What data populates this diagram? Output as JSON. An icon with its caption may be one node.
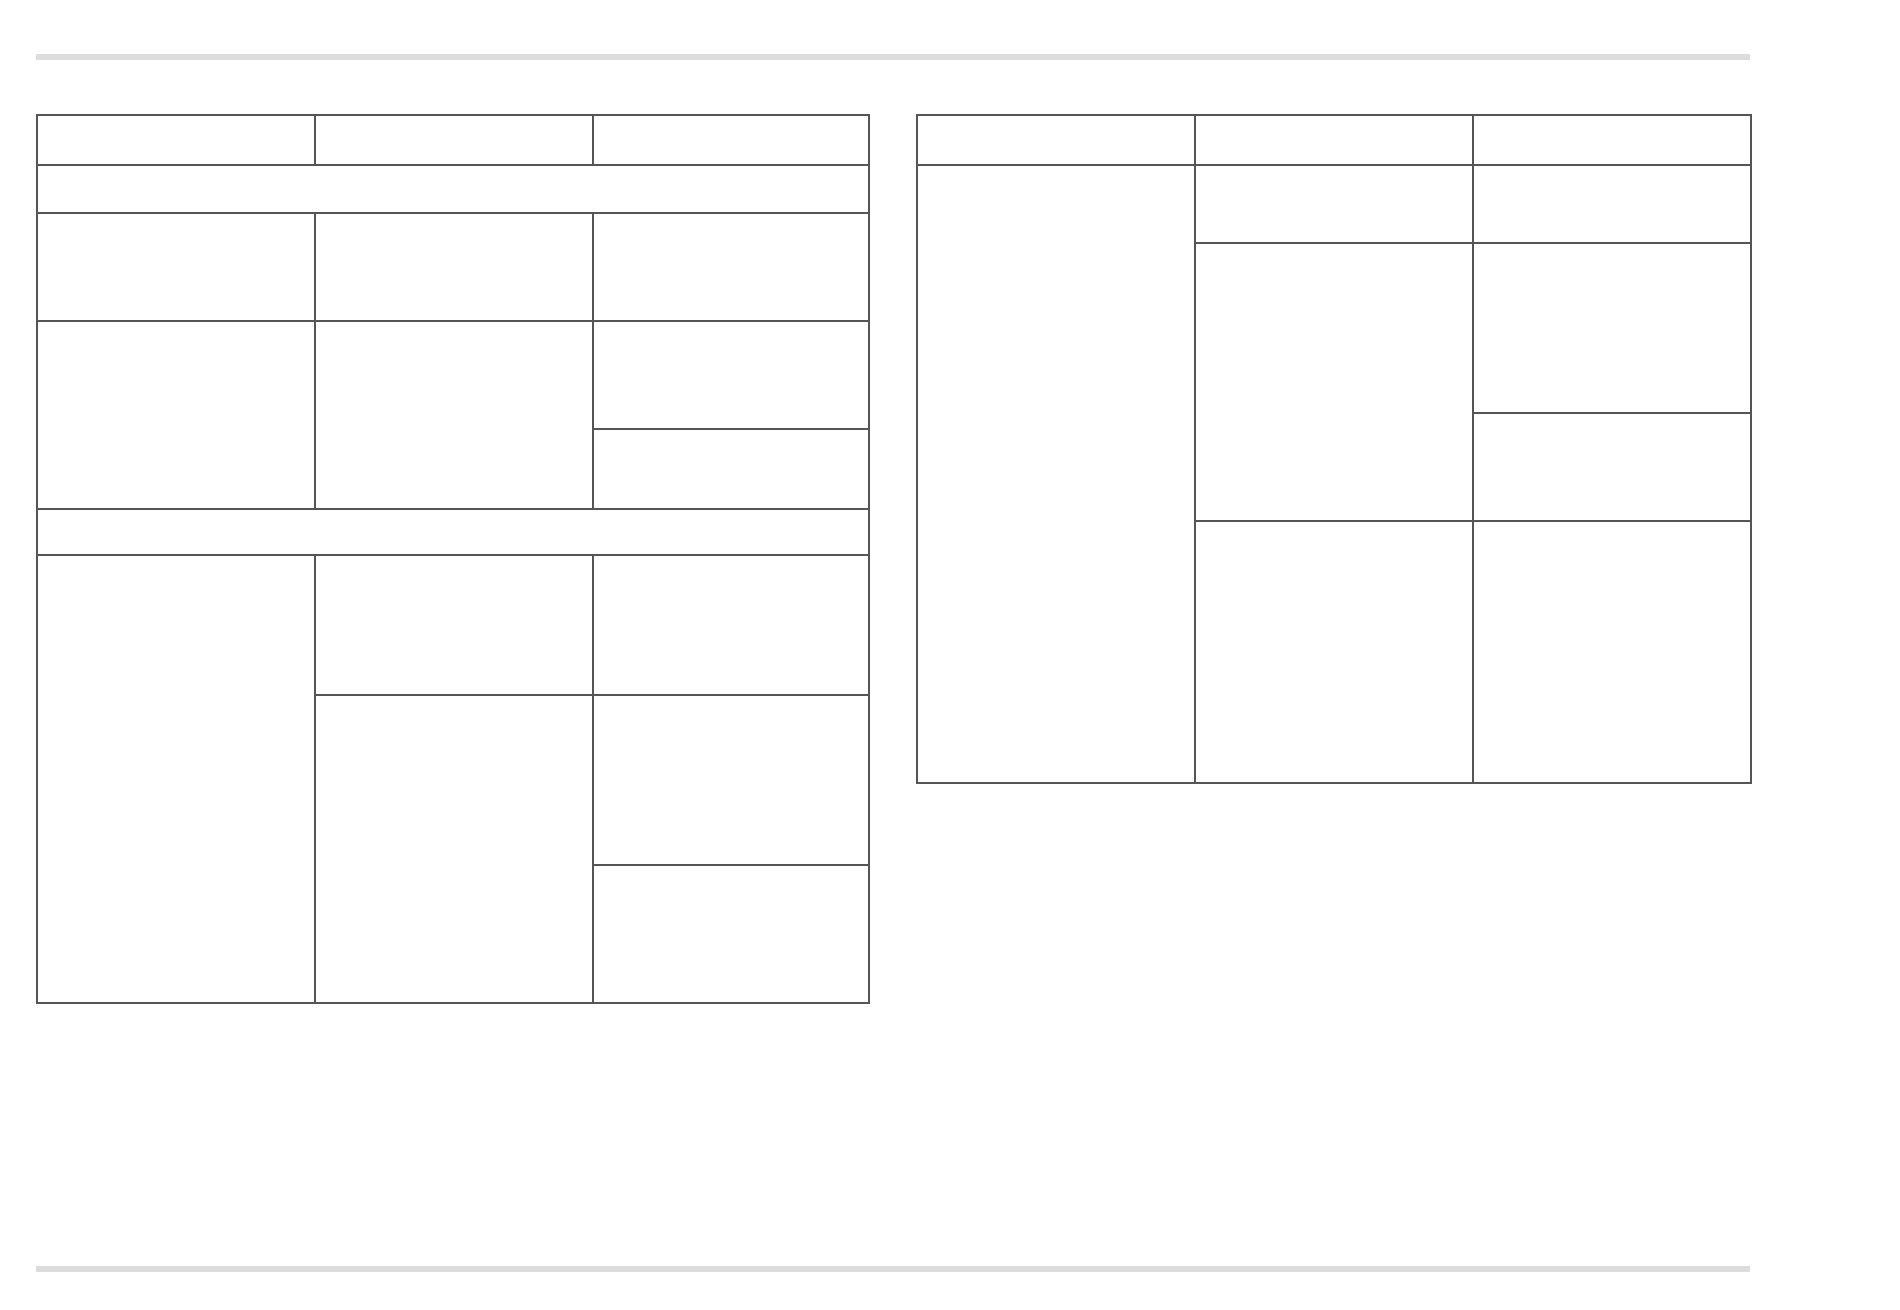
{
  "diagram": {
    "nodes": [
      {
        "text": [],
        "shape": "box"
      },
      {
        "text": [],
        "shape": "box",
        "in": 0
      },
      {
        "text": [],
        "shape": "box",
        "in": 0
      },
      {
        "text": [],
        "shape": "box",
        "in": 0
      },
      {
        "text": [],
        "shape": "box",
        "in": 0
      },
      {
        "text": [],
        "shape": "box",
        "in": 0
      },
      {
        "text": [],
        "shape": "box",
        "in": 0
      },
      {
        "text": [],
        "shape": "box",
        "in": 0
      },
      {
        "text": [],
        "shape": "box",
        "in": 0
      },
      {
        "text": [],
        "shape": "box",
        "in": 0
      },
      {
        "text": [],
        "shape": "box",
        "in": 0
      },
      {
        "text": [],
        "shape": "box",
        "in": 0
      },
      {
        "text": [],
        "shape": "box",
        "in": 0
      },
      {
        "text": [],
        "shape": "box",
        "in": 0
      },
      {
        "text": [],
        "shape": "box",
        "in": 0
      },
      {
        "text": [],
        "shape": "box",
        "in": 0
      },
      {
        "text": [],
        "shape": "box",
        "in": 0
      },
      {
        "text": [],
        "shape": "box",
        "in": 0
      },
      {
        "text": [],
        "shape": "box",
        "in": 0
      },
      {
        "text": [],
        "shape": "box"
      },
      {
        "text": [],
        "shape": "box",
        "in": 19
      },
      {
        "text": [],
        "shape": "box",
        "in": 19
      },
      {
        "text": [],
        "shape": "box",
        "in": 19
      },
      {
        "text": [],
        "shape": "box",
        "in": 19
      },
      {
        "text": [],
        "shape": "box",
        "in": 19
      },
      {
        "text": [],
        "shape": "box",
        "in": 19
      },
      {
        "text": [],
        "shape": "box",
        "in": 19
      },
      {
        "text": [],
        "shape": "box",
        "in": 19
      },
      {
        "text": [],
        "shape": "box",
        "in": 19
      },
      {
        "text": [],
        "shape": "box",
        "in": 19
      },
      {
        "text": [],
        "shape": "box",
        "in": 19
      }
    ]
  }
}
